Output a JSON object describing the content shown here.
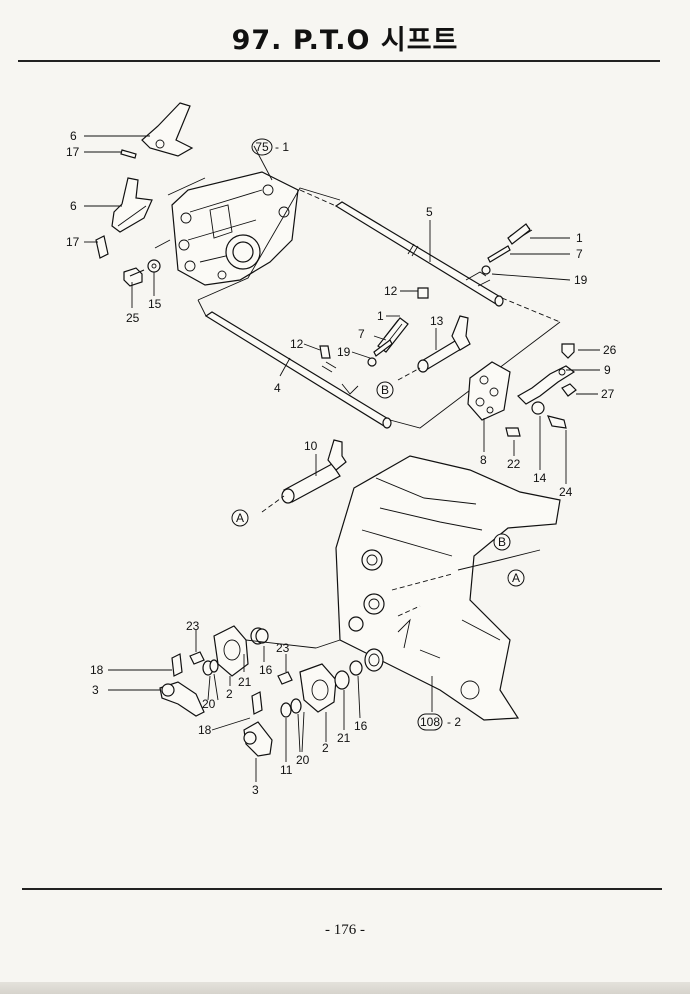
{
  "header": {
    "title": "97. P.T.O 시프트"
  },
  "footer": {
    "page_number": "- 176 -"
  },
  "refs": {
    "ref_75": "75",
    "ref_75_suffix": "- 1",
    "ref_108": "108",
    "ref_108_suffix": "- 2"
  },
  "markers": {
    "a": "A",
    "b": "B"
  },
  "callouts": {
    "p6a": "6",
    "p17a": "17",
    "p6b": "6",
    "p17b": "17",
    "p25": "25",
    "p15": "15",
    "p5": "5",
    "p1a": "1",
    "p7a": "7",
    "p19a": "19",
    "p12a": "12",
    "p1b": "1",
    "p7b": "7",
    "p19b": "19",
    "p12b": "12",
    "p13": "13",
    "p4": "4",
    "p26": "26",
    "p9": "9",
    "p27": "27",
    "p8": "8",
    "p22": "22",
    "p14": "14",
    "p24": "24",
    "p10": "10",
    "p23a": "23",
    "p18a": "18",
    "p3a": "3",
    "p20a": "20",
    "p2a": "2",
    "p21a": "21",
    "p16a": "16",
    "p23b": "23",
    "p18b": "18",
    "p11": "11",
    "p20b": "20",
    "p2b": "2",
    "p21b": "21",
    "p16b": "16",
    "p3b": "3"
  }
}
